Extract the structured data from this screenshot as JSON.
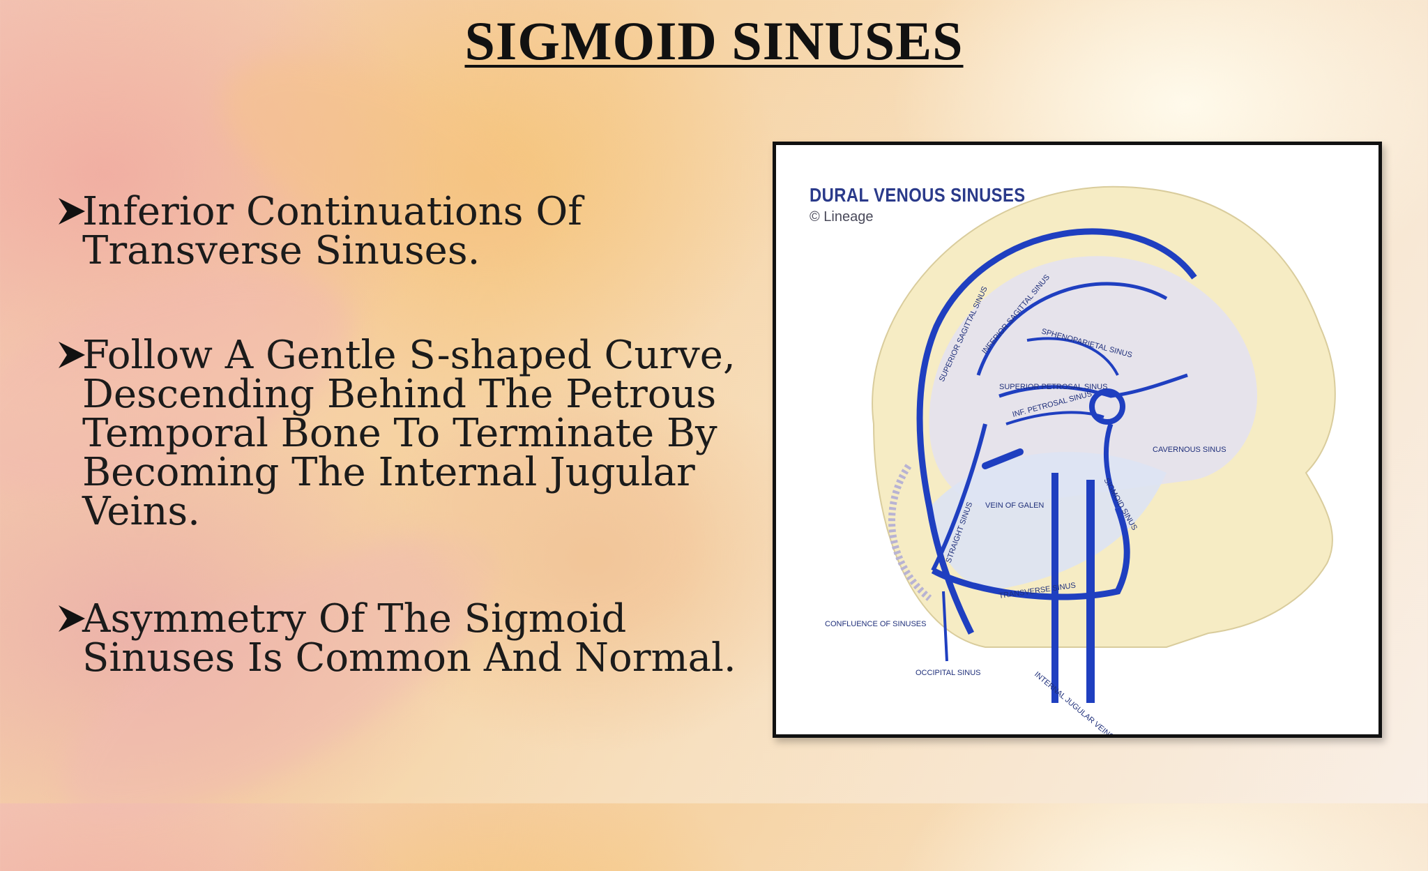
{
  "slide": {
    "title": "SIGMOID SINUSES",
    "bullets": [
      {
        "text": "Inferior Continuations Of Transverse Sinuses."
      },
      {
        "text": "Follow A Gentle S-shaped Curve, Descending Behind The Petrous Temporal Bone To Terminate By Becoming The Internal Jugular Veins."
      },
      {
        "text": "Asymmetry Of The Sigmoid Sinuses Is Common And Normal."
      }
    ]
  },
  "figure": {
    "title": "DURAL VENOUS SINUSES",
    "credit": "© Lineage",
    "labels": {
      "superior_sagittal": "SUPERIOR SAGITTAL SINUS",
      "inferior_sagittal": "INFERIOR SAGITTAL SINUS",
      "sphenoparietal": "SPHENOPARIETAL SINUS",
      "superior_petrosal": "SUPERIOR PETROSAL SINUS",
      "inf_petrosal": "INF. PETROSAL SINUS",
      "cavernous": "CAVERNOUS SINUS",
      "sigmoid": "SIGMOID SINUS",
      "vein_of_galen": "VEIN OF GALEN",
      "straight": "STRAIGHT SINUS",
      "transverse": "TRANSVERSE SINUS",
      "confluence": "CONFLUENCE OF SINUSES",
      "occipital": "OCCIPITAL SINUS",
      "internal_jugular": "INTERNAL JUGULAR VEINS"
    },
    "colors": {
      "vein": "#1f3fc0",
      "skull": "#f6ecc4",
      "brain": "#e4e2f0"
    }
  }
}
